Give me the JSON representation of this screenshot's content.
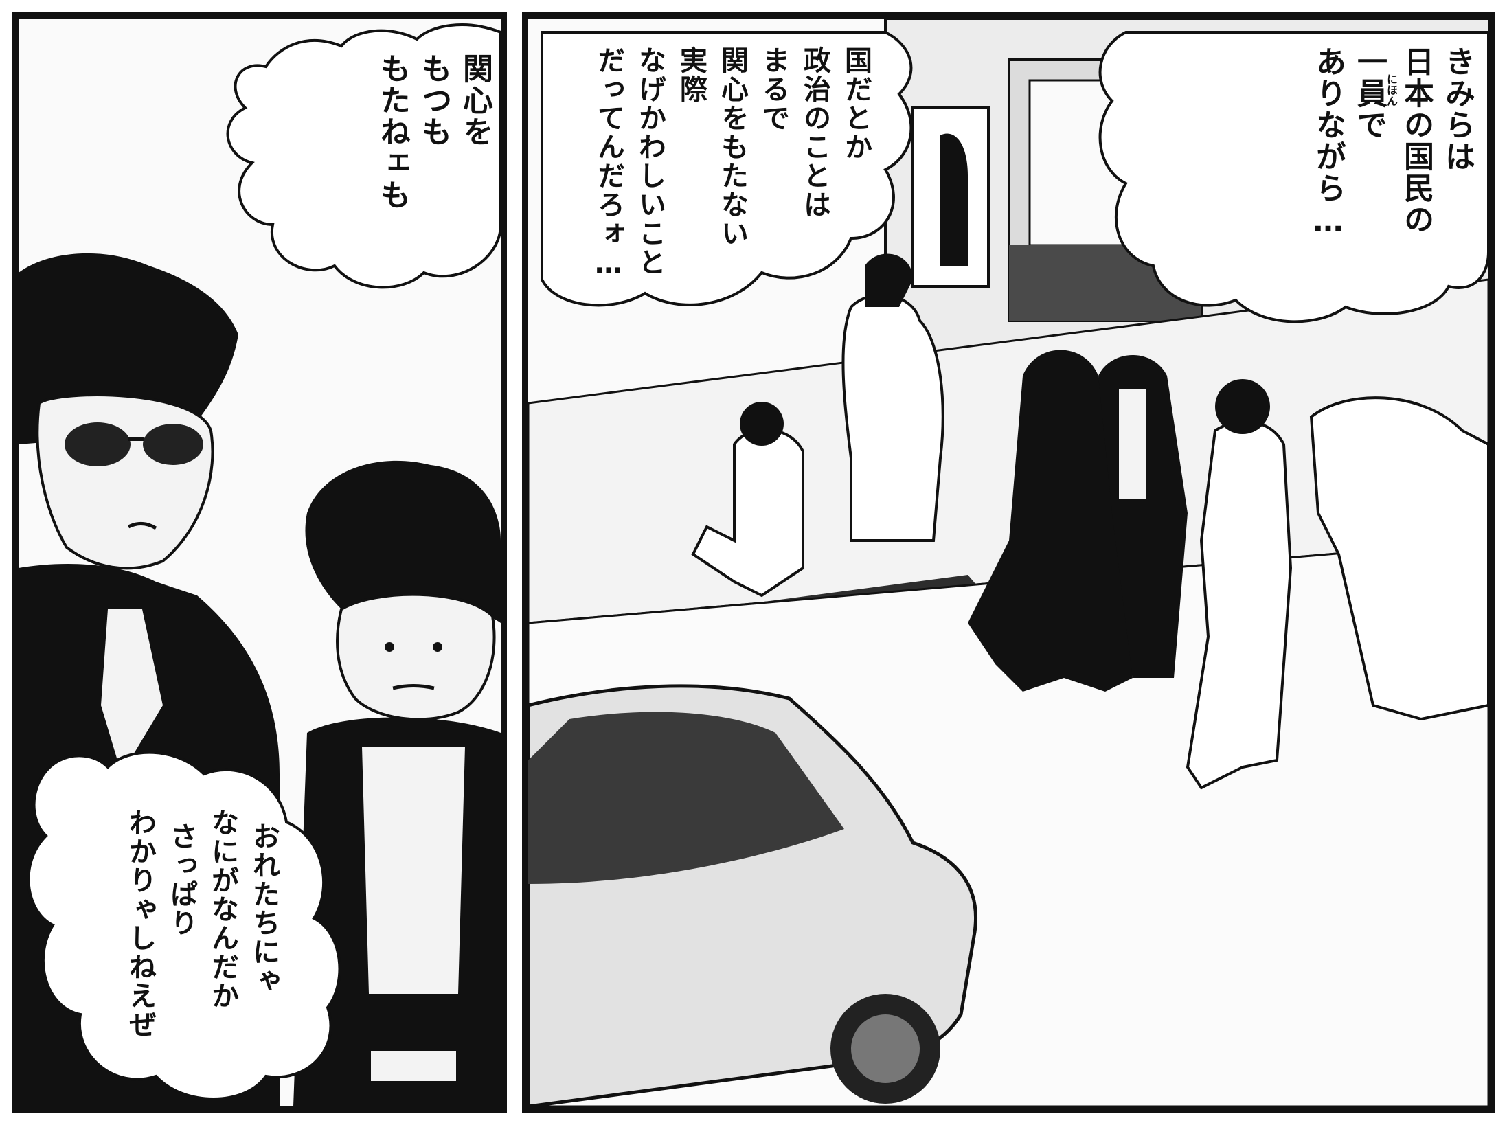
{
  "panels": {
    "left": {
      "bubble_top": {
        "lines": [
          "関心を",
          "もつも",
          "もたねェも"
        ]
      },
      "bubble_bottom": {
        "lines": [
          "おれたちにゃ",
          "なにがなんだか",
          "さっぱり",
          "わかりゃしねえぜ"
        ]
      }
    },
    "right": {
      "bubble_left": {
        "lines": [
          "国だとか",
          "政治のことは",
          "まるで",
          "関心をもたない",
          "実際",
          "なげかわしいこと",
          "だってんだろォ…"
        ]
      },
      "bubble_right": {
        "lines": [
          "きみらは",
          "日本の国民の",
          "一員で",
          "ありながら…"
        ],
        "furigana": "にほん"
      }
    }
  },
  "colors": {
    "ink": "#111111",
    "paper": "#fafafa",
    "screentone": "#3a3a3a"
  }
}
